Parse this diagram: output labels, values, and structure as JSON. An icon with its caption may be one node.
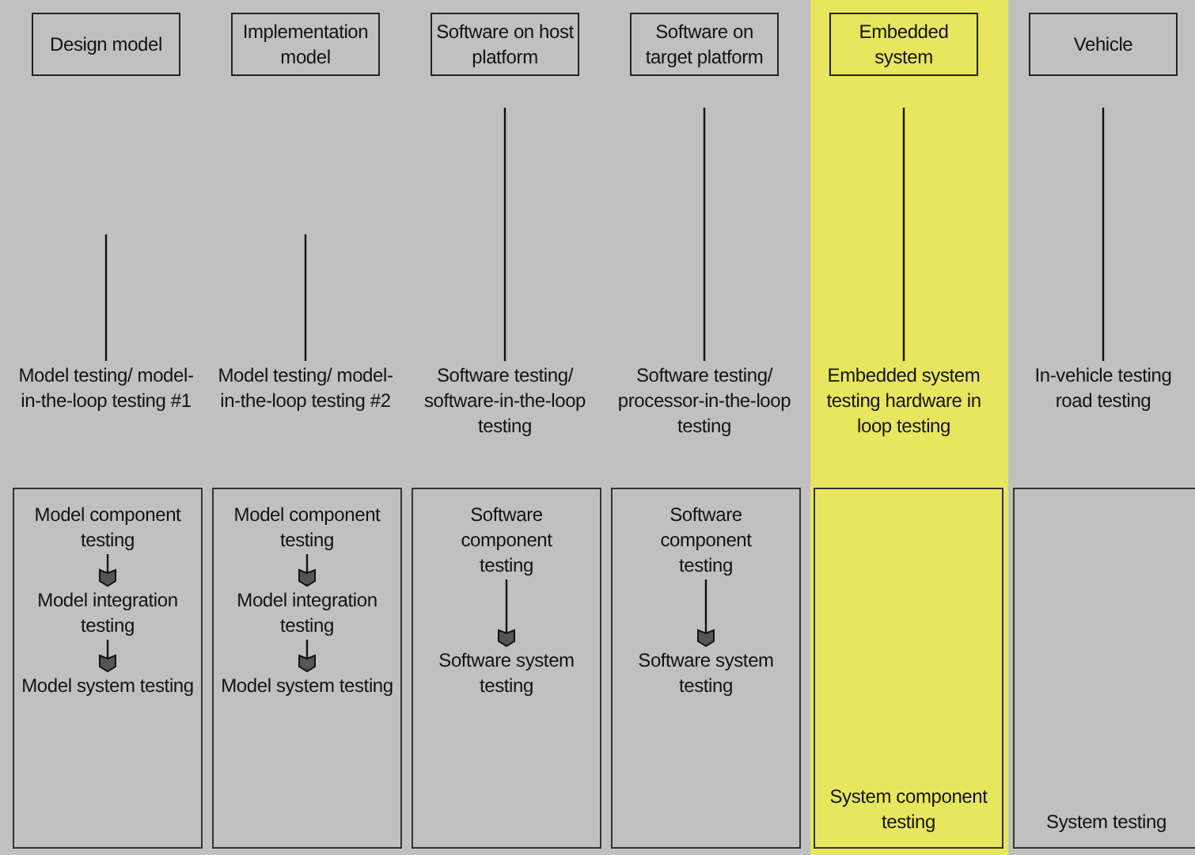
{
  "diagram": {
    "nodes": [
      {
        "text": [
          "Design model"
        ]
      },
      {
        "text": [
          "Implementation model"
        ]
      },
      {
        "text": [
          "Software on host platform"
        ]
      },
      {
        "text": [
          "Software on target platform"
        ]
      },
      {
        "text": [
          "Embedded system"
        ]
      },
      {
        "text": [
          "Vehicle"
        ]
      },
      {
        "text": [
          "Model testing/ model-in-the-loop testing #1"
        ]
      },
      {
        "text": [
          "Model testing/ model-in-the-loop testing #2"
        ]
      },
      {
        "text": [
          "Software testing/ software-in-the-loop testing"
        ]
      },
      {
        "text": [
          "Software testing/ processor-in-the-loop testing"
        ]
      },
      {
        "text": [
          "Embedded system testing hardware in loop testing"
        ]
      },
      {
        "text": [
          "In-vehicle testing road testing"
        ]
      },
      {
        "text": [],
        "shape": "box"
      },
      {
        "text": [
          "Model component testing"
        ],
        "in": 12
      },
      {
        "text": [
          "Model integration testing"
        ],
        "in": 12
      },
      {
        "text": [
          "Model system testing"
        ],
        "in": 12
      },
      {
        "text": [],
        "shape": "box"
      },
      {
        "text": [
          "Model component testing"
        ],
        "in": 16
      },
      {
        "text": [
          "Model integration testing"
        ],
        "in": 16
      },
      {
        "text": [
          "Model system testing"
        ],
        "in": 16
      },
      {
        "text": [],
        "shape": "box"
      },
      {
        "text": [
          "Software component testing"
        ],
        "in": 20
      },
      {
        "text": [
          "Software system testing"
        ],
        "in": 20
      },
      {
        "text": [],
        "shape": "box"
      },
      {
        "text": [
          "Software component testing"
        ],
        "in": 23
      },
      {
        "text": [
          "Software system testing"
        ],
        "in": 23
      },
      {
        "text": [
          "System component testing"
        ]
      },
      {
        "text": [
          "System testing"
        ]
      }
    ],
    "edges": [
      {
        "from": null,
        "to": 6,
        "arrow": "none"
      },
      {
        "from": null,
        "to": 7,
        "arrow": "none"
      },
      {
        "from": null,
        "to": 8,
        "arrow": "none"
      },
      {
        "from": null,
        "to": 9,
        "arrow": "none"
      },
      {
        "from": null,
        "to": 10,
        "arrow": "none"
      },
      {
        "from": null,
        "to": 11,
        "arrow": "none"
      },
      {
        "from": 13,
        "to": 14,
        "arrow": "to"
      },
      {
        "from": 14,
        "to": 15,
        "arrow": "to"
      },
      {
        "from": 17,
        "to": 18,
        "arrow": "to"
      },
      {
        "from": 18,
        "to": 19,
        "arrow": "to"
      },
      {
        "from": 21,
        "to": 22,
        "arrow": "to"
      },
      {
        "from": 24,
        "to": 25,
        "arrow": "to"
      }
    ]
  }
}
